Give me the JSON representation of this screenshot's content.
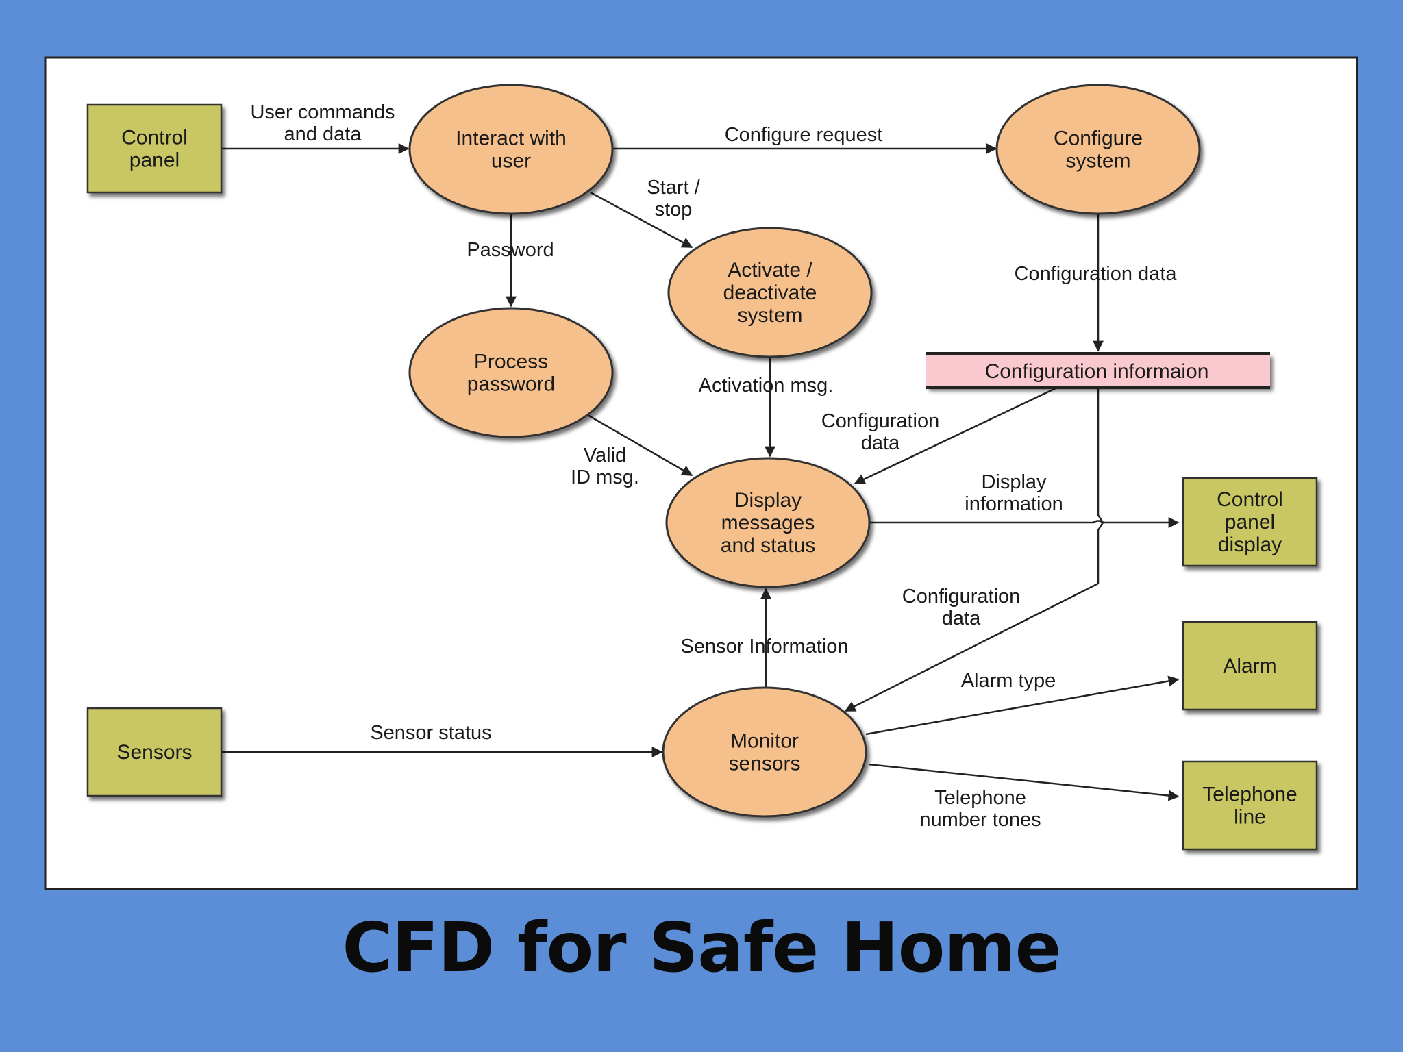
{
  "title": "CFD for Safe Home",
  "colors": {
    "background": "#5b8ed6",
    "canvas": "#ffffff",
    "entity_fill": "#c9c763",
    "process_fill": "#f6c08c",
    "store_fill": "#f9c9cf",
    "line": "#222222"
  },
  "entities": {
    "control_panel": "Control\npanel",
    "sensors": "Sensors",
    "control_panel_display": "Control\npanel\ndisplay",
    "alarm": "Alarm",
    "telephone_line": "Telephone\nline"
  },
  "processes": {
    "interact_with_user": "Interact with\nuser",
    "configure_system": "Configure\nsystem",
    "activate_deactivate": "Activate /\ndeactivate\nsystem",
    "process_password": "Process\npassword",
    "display_messages": "Display\nmessages\nand status",
    "monitor_sensors": "Monitor\nsensors"
  },
  "store": {
    "configuration_information": "Configuration informaion"
  },
  "flows": {
    "user_commands": "User commands\nand data",
    "configure_request": "Configure request",
    "start_stop": "Start /\nstop",
    "password": "Password",
    "configuration_data_1": "Configuration data",
    "activation_msg": "Activation msg.",
    "configuration_data_2": "Configuration\ndata",
    "valid_id": "Valid\nID msg.",
    "display_information": "Display\ninformation",
    "configuration_data_3": "Configuration\ndata",
    "sensor_information": "Sensor Information",
    "alarm_type": "Alarm type",
    "sensor_status": "Sensor status",
    "telephone_tones": "Telephone\nnumber tones"
  }
}
